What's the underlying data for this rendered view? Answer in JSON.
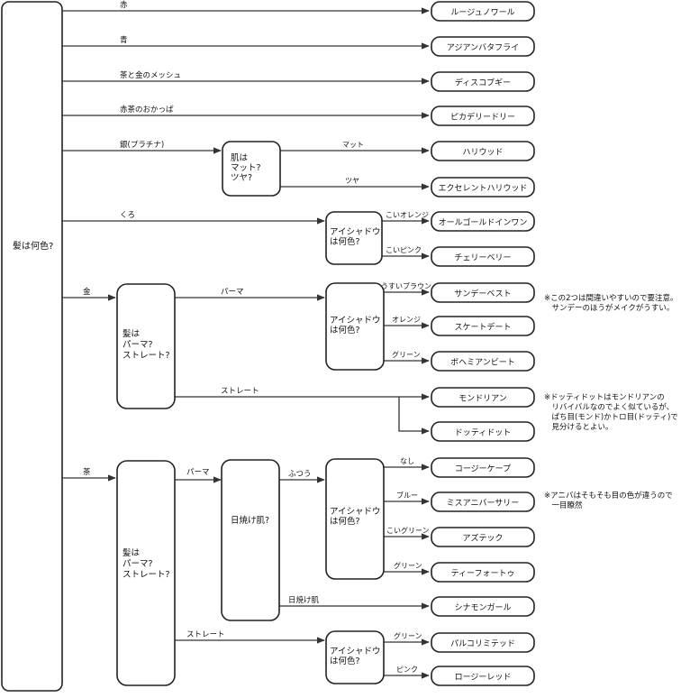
{
  "root": "髪は何色?",
  "colors": {
    "line": "#333333",
    "box_stroke": "#222222",
    "background": "#ffffff"
  },
  "branches": {
    "red": "赤",
    "blue": "青",
    "teal_gold": "茶と金のメッシュ",
    "auburn": "赤茶のおかっぱ",
    "silver": "銀(プラチナ)",
    "black": "くろ",
    "gold": "金",
    "brown": "茶"
  },
  "questions": {
    "skin_matte": "肌は\nマット?\nツヤ?",
    "eyeshadow": "アイシャドウ\nは何色?",
    "hair_perm_straight": "髪は\nパーマ?\nストレート?",
    "tanned": "日焼け肌?"
  },
  "edge_labels": {
    "matte": "マット",
    "glossy": "ツヤ",
    "dark_orange": "こいオレンジ",
    "dark_pink": "こいピンク",
    "perm": "パーマ",
    "straight": "ストレート",
    "light_brown": "うすいブラウン",
    "orange": "オレンジ",
    "green": "グリーン",
    "none": "なし",
    "blue": "ブルー",
    "dark_green": "こいグリーン",
    "normal": "ふつう",
    "tanned": "日焼け肌",
    "pink": "ピンク"
  },
  "results": {
    "rouge_noir": "ルージュノワール",
    "asian_butterfly": "アジアンバタフライ",
    "disco_boogie": "ディスコブギー",
    "picadilly": "ピカデリードリー",
    "hollywood": "ハリウッド",
    "excellent_hollywood": "エクセレントハリウッド",
    "all_gold_in_one": "オールゴールドインワン",
    "cherry_berry": "チェリーベリー",
    "sundae_best": "サンデーベスト",
    "skate_date": "スケートデート",
    "bohemian_beat": "ボヘミアンビート",
    "mondrian": "モンドリアン",
    "dotty_dot": "ドッティドット",
    "cozy_cape": "コージーケープ",
    "miss_anniversary": "ミスアニバーサリー",
    "aztec": "アズテック",
    "tea_for_two": "ティーフォートゥ",
    "cinnamon_girl": "シナモンガール",
    "palco": "パルコリミテッド",
    "rosy_red": "ロージーレッド"
  },
  "notes": {
    "sundae": "※この2つは間違いやすいので要注意。\n　サンデーのほうがメイクがうすい。",
    "dotty": "※ドッティドットはモンドリアンの\n　リバイバルなのでよく似ているが、\n　ぱち目(モンド)かトロ目(ドッティ)で\n　見分けるとよい。",
    "anniversary": "※アニバはそもそも目の色が違うので\n　一目瞭然"
  }
}
